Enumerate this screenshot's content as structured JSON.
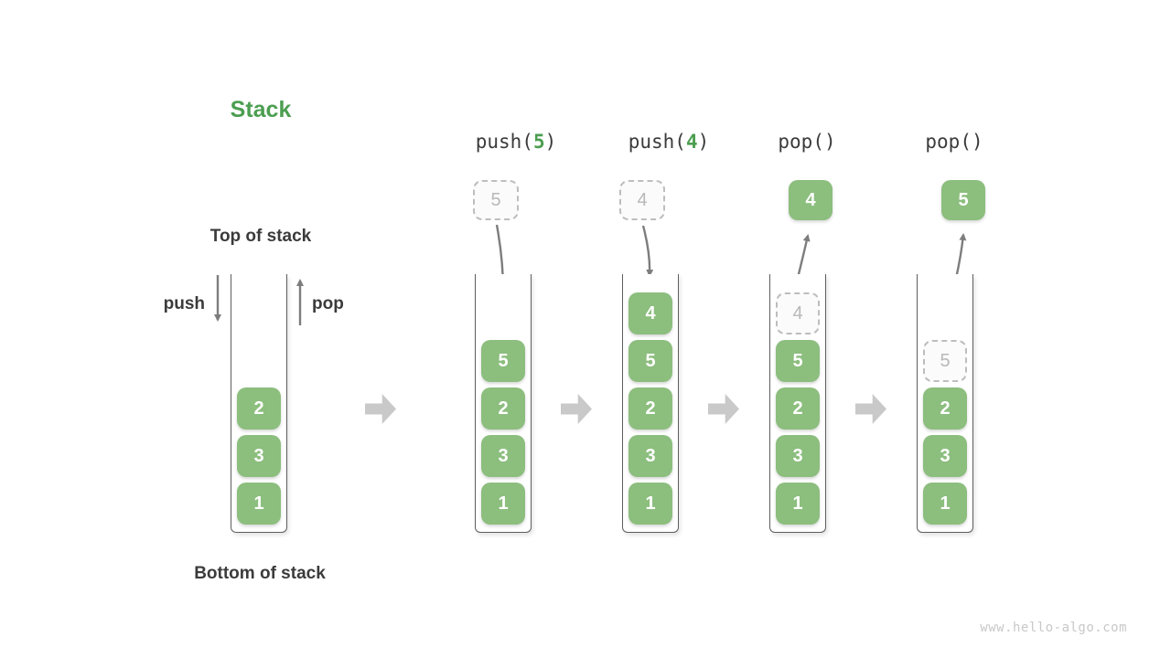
{
  "title": "Stack",
  "watermark": "www.hello-algo.com",
  "labels": {
    "top": "Top of stack",
    "bottom": "Bottom of stack",
    "push": "push",
    "pop": "pop"
  },
  "colors": {
    "accent_green": "#4c9e50",
    "cell_green": "#8cbe7e",
    "text_dark": "#3b3b3b",
    "arrow_gray": "#7d7d7d",
    "block_arrow": "#c9c9c9",
    "ghost_border": "#bdbdbd",
    "ghost_text": "#b8b8b8",
    "watermark_gray": "#c8c8c8"
  },
  "icons": {
    "push_arrow": "arrow-down-icon",
    "pop_arrow": "arrow-up-icon",
    "step_arrow": "arrow-right-icon",
    "push_curve": "curved-arrow-down-icon",
    "pop_curve": "curved-arrow-up-icon"
  },
  "columns": [
    {
      "name": "initial-stack",
      "op": null,
      "floating": null,
      "cells": [
        {
          "v": "2",
          "ghost": false
        },
        {
          "v": "3",
          "ghost": false
        },
        {
          "v": "1",
          "ghost": false
        }
      ]
    },
    {
      "name": "after-push-5",
      "op": {
        "pre": "push(",
        "arg": "5",
        "post": ")"
      },
      "floating": {
        "v": "5",
        "ghost": true
      },
      "cells": [
        {
          "v": "5",
          "ghost": false
        },
        {
          "v": "2",
          "ghost": false
        },
        {
          "v": "3",
          "ghost": false
        },
        {
          "v": "1",
          "ghost": false
        }
      ]
    },
    {
      "name": "after-push-4",
      "op": {
        "pre": "push(",
        "arg": "4",
        "post": ")"
      },
      "floating": {
        "v": "4",
        "ghost": true
      },
      "cells": [
        {
          "v": "4",
          "ghost": false
        },
        {
          "v": "5",
          "ghost": false
        },
        {
          "v": "2",
          "ghost": false
        },
        {
          "v": "3",
          "ghost": false
        },
        {
          "v": "1",
          "ghost": false
        }
      ]
    },
    {
      "name": "after-pop-4",
      "op": {
        "pre": "pop()",
        "arg": "",
        "post": ""
      },
      "floating": {
        "v": "4",
        "ghost": false
      },
      "cells": [
        {
          "v": "4",
          "ghost": true
        },
        {
          "v": "5",
          "ghost": false
        },
        {
          "v": "2",
          "ghost": false
        },
        {
          "v": "3",
          "ghost": false
        },
        {
          "v": "1",
          "ghost": false
        }
      ]
    },
    {
      "name": "after-pop-5",
      "op": {
        "pre": "pop()",
        "arg": "",
        "post": ""
      },
      "floating": {
        "v": "5",
        "ghost": false
      },
      "cells": [
        {
          "v": "5",
          "ghost": true
        },
        {
          "v": "2",
          "ghost": false
        },
        {
          "v": "3",
          "ghost": false
        },
        {
          "v": "1",
          "ghost": false
        }
      ]
    }
  ]
}
